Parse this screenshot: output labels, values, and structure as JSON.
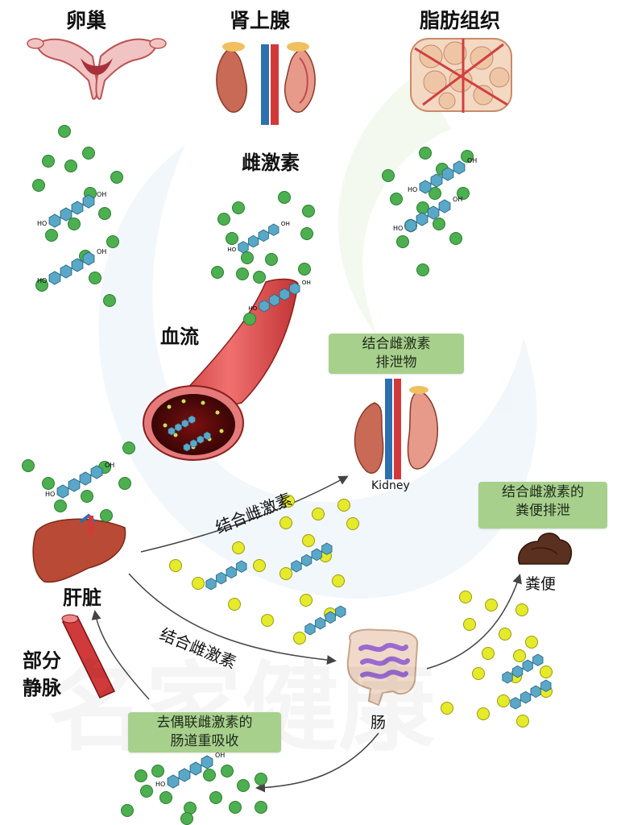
{
  "organs": {
    "ovary": "卵巢",
    "adrenal": "肾上腺",
    "fat": "脂肪组织"
  },
  "labels": {
    "estrogen": "雌激素",
    "bloodstream": "血流",
    "liver": "肝脏",
    "vein_line1": "部分",
    "vein_line2": "静脉",
    "kidney": "Kidney",
    "feces": "粪便",
    "intestine": "肠",
    "conj_arrow_1": "结合雌激素",
    "conj_arrow_2": "结合雌激素"
  },
  "boxes": {
    "urine_line1": "结合雌激素",
    "urine_line2": "排泄物",
    "fecal_line1": "结合雌激素的",
    "fecal_line2": "粪便排泄",
    "reabsorb_line1": "去偶联雌激素的",
    "reabsorb_line2": "肠道重吸收"
  },
  "molecule": {
    "oh": "OH",
    "ho": "HO"
  },
  "watermark": "名家健康",
  "colors": {
    "green_dot": "#4caf50",
    "yellow_dot": "#e5ea2a",
    "box_green": "#a8d08d",
    "vessel_red": "#d94a4a",
    "molecule_blue": "#5aa8c8"
  }
}
